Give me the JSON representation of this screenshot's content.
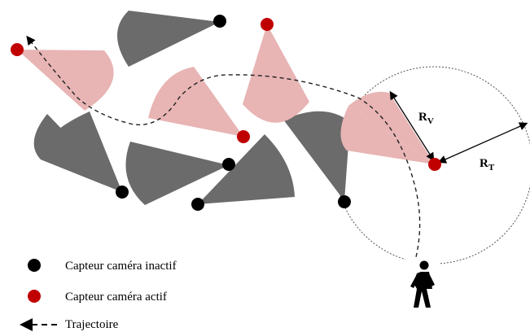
{
  "labels": {
    "rv_main": "R",
    "rv_sub": "V",
    "rt_main": "R",
    "rt_sub": "T"
  },
  "legend": {
    "inactive": "Capteur caméra inactif",
    "active": "Capteur caméra actif",
    "trajectory": "Trajectoire"
  },
  "colors": {
    "inactive_sensor": "#000000",
    "active_sensor": "#c00000",
    "inactive_fov": "#6b6b6b",
    "active_fov": "#e8b4b4"
  }
}
